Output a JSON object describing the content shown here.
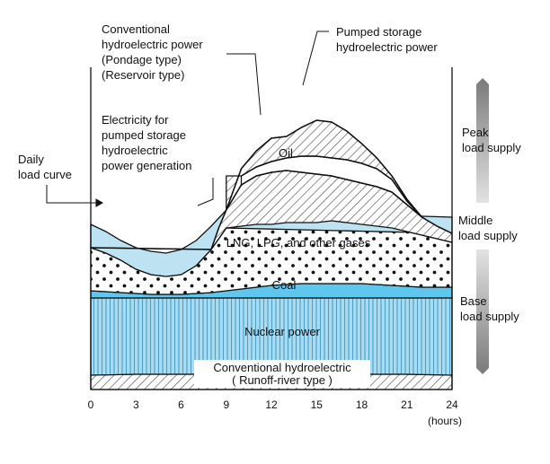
{
  "chart_data": {
    "type": "area",
    "x_label": "(hours)",
    "x_ticks": [
      0,
      3,
      6,
      9,
      12,
      15,
      18,
      21,
      24
    ],
    "xlim": [
      0,
      24
    ],
    "layers": [
      {
        "name": "Conventional hydroelectric ( Runoff-river type )",
        "x": [
          0,
          3,
          6,
          9,
          12,
          15,
          18,
          21,
          24
        ],
        "top": [
          8,
          8.5,
          8.5,
          8.5,
          8.5,
          8.5,
          8.5,
          8.5,
          8
        ]
      },
      {
        "name": "Nuclear power",
        "x": [
          0,
          3,
          6,
          9,
          12,
          15,
          18,
          21,
          24
        ],
        "top": [
          51,
          51,
          51,
          51,
          51,
          51,
          51,
          51,
          51
        ]
      },
      {
        "name": "Coal",
        "x": [
          0,
          2,
          4,
          6,
          8,
          10,
          12,
          14,
          16,
          18,
          20,
          22,
          24
        ],
        "top": [
          55,
          54,
          53,
          53,
          54,
          56,
          58,
          59,
          59,
          59,
          58,
          57,
          57
        ]
      },
      {
        "name": "LNG, LPG, and other gases",
        "x": [
          0,
          1,
          2,
          3,
          4,
          5,
          6,
          7,
          8,
          9,
          10,
          11,
          12,
          13,
          14,
          15,
          16,
          17,
          18,
          19,
          20,
          21,
          22,
          23,
          24
        ],
        "top": [
          79,
          76,
          72,
          67,
          64,
          63,
          64,
          69,
          78,
          90,
          91,
          92,
          92,
          93,
          93,
          93,
          94,
          93,
          92,
          91,
          90,
          88,
          86,
          84,
          82
        ]
      },
      {
        "name": "Oil",
        "x": [
          0,
          8,
          8.5,
          9,
          10,
          11,
          12,
          13,
          14,
          15,
          16,
          17,
          18,
          19,
          20,
          21,
          22,
          23,
          24
        ],
        "top": [
          79,
          78,
          90,
          100,
          114,
          119,
          121,
          122,
          121,
          120,
          119,
          117,
          115,
          113,
          110,
          103,
          96,
          91,
          87
        ]
      },
      {
        "name": "Conventional hydroelectric power (Pondage type) (Reservoir type)",
        "x": [
          10,
          11,
          12,
          13,
          14,
          15,
          16,
          17,
          18,
          19,
          20,
          21,
          22
        ],
        "top": [
          119,
          124,
          127,
          129,
          130,
          130,
          129,
          128,
          126,
          123,
          117,
          105,
          96
        ]
      },
      {
        "name": "Pumped storage hydroelectric power",
        "x": [
          9,
          10,
          11,
          12,
          13,
          14,
          15,
          16,
          17,
          18,
          19,
          20,
          21,
          22
        ],
        "top": [
          100,
          123,
          133,
          140,
          141,
          146,
          150,
          149,
          144,
          137,
          129,
          119,
          106,
          96
        ]
      },
      {
        "name": "Electricity for pumped storage hydroelectric power generation",
        "x": [
          0,
          1,
          2,
          3,
          4,
          5,
          6,
          7,
          8,
          9,
          24
        ],
        "top": [
          92,
          88,
          83,
          79,
          77,
          76,
          78,
          83,
          91,
          100,
          96
        ]
      }
    ],
    "daily_load_curve_label": "Daily load curve",
    "right_bars": [
      {
        "label": "Peak load supply"
      },
      {
        "label": "Middle load supply"
      },
      {
        "label": "Base load supply"
      }
    ]
  },
  "colors": {
    "hydro_hatch": "#444444",
    "nuclear_fill": "#a9dcf2",
    "nuclear_lines": "#4d9fc6",
    "coal_fill": "#5fc6ee",
    "pumping_fill": "#bde3f3",
    "dots": "#111111",
    "bar_dark": "#7a7a7a",
    "bar_light": "#e2e2e2"
  },
  "labels": {
    "conventional_pondage": "Conventional\nhydroelectric power\n(Pondage type)\n(Reservoir type)",
    "pumped_storage": "Pumped storage\nhydroelectric power",
    "pumping": "Electricity for\npumped storage\nhydroelectric\npower generation",
    "daily_load": "Daily\nload curve",
    "oil": "Oil",
    "lng": "LNG, LPG, and other gases",
    "coal": "Coal",
    "nuclear": "Nuclear power",
    "runoff_line1": "Conventional hydroelectric",
    "runoff_line2": "( Runoff-river type )",
    "peak": "Peak\nload supply",
    "middle": "Middle\nload supply",
    "base": "Base\nload supply",
    "hours": "(hours)"
  }
}
